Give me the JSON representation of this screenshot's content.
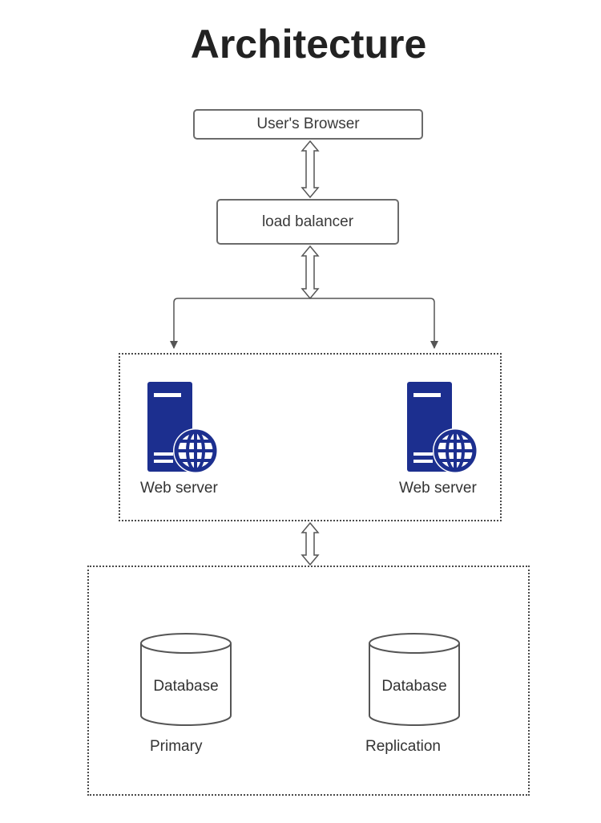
{
  "title": "Architecture",
  "nodes": {
    "browser": "User's Browser",
    "load_balancer": "load balancer",
    "web_servers": [
      {
        "label": "Web server",
        "icon": "web-server-icon"
      },
      {
        "label": "Web server",
        "icon": "web-server-icon"
      }
    ],
    "databases": [
      {
        "label": "Database",
        "caption": "Primary",
        "icon": "database-icon"
      },
      {
        "label": "Database",
        "caption": "Replication",
        "icon": "database-icon"
      }
    ]
  },
  "colors": {
    "server_blue": "#1c2f8f",
    "line": "#555555",
    "title": "#222222"
  }
}
